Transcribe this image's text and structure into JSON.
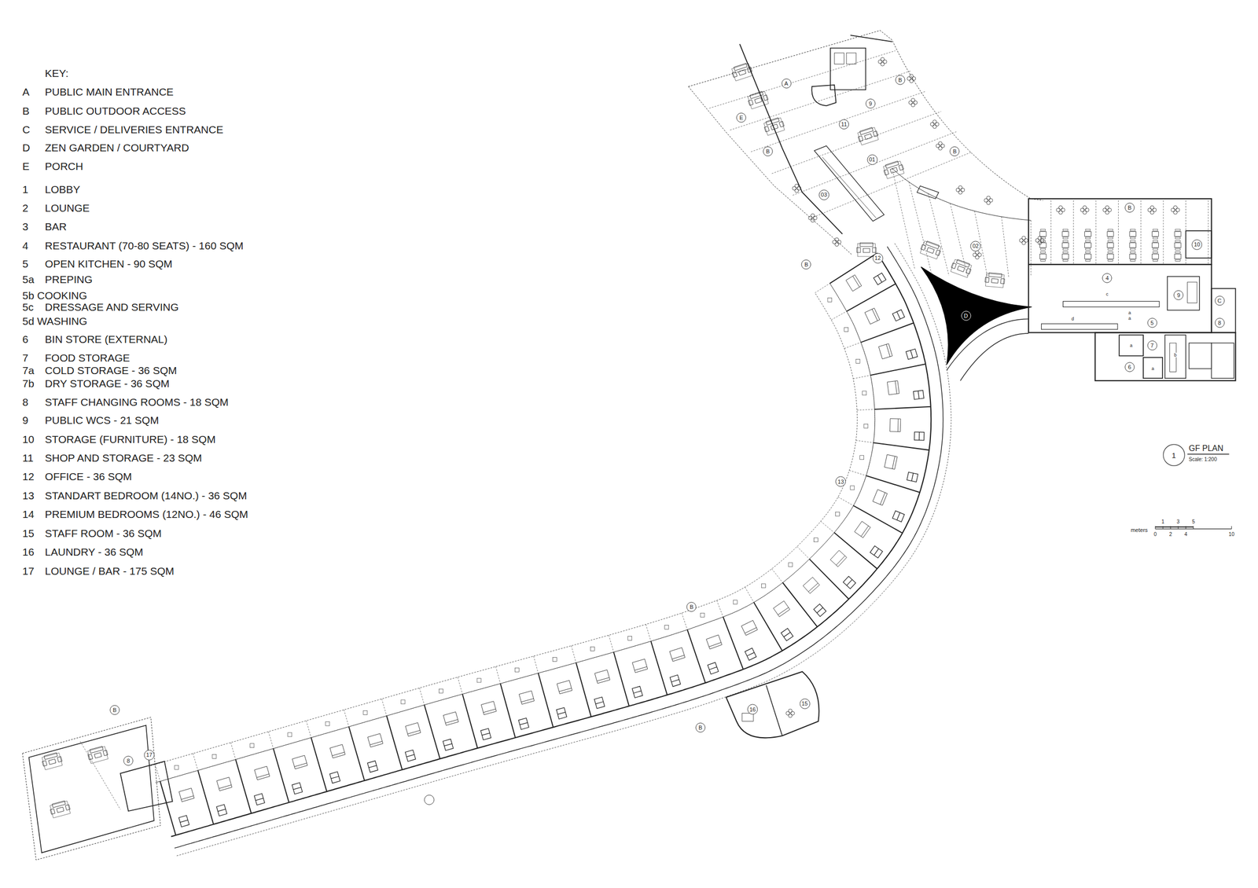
{
  "diagram": {
    "nodes": [
      {
        "text": [
          "A"
        ]
      },
      {
        "text": [
          "B"
        ]
      },
      {
        "text": [
          "E"
        ]
      },
      {
        "text": [
          "9"
        ]
      },
      {
        "text": [
          "11"
        ]
      },
      {
        "text": [
          "B"
        ]
      },
      {
        "text": [
          "01"
        ]
      },
      {
        "text": [
          "B"
        ]
      },
      {
        "text": [
          "03"
        ]
      },
      {
        "text": [
          "02"
        ]
      },
      {
        "text": [
          "B"
        ]
      },
      {
        "text": [
          "10"
        ]
      },
      {
        "text": [
          "12"
        ]
      },
      {
        "text": [
          "4"
        ]
      },
      {
        "text": [
          "9"
        ]
      },
      {
        "text": [
          "C"
        ]
      },
      {
        "text": [
          "D"
        ]
      },
      {
        "text": [
          "5"
        ]
      },
      {
        "text": [
          "8"
        ]
      },
      {
        "text": [
          "7"
        ]
      },
      {
        "text": [
          "6"
        ]
      },
      {
        "text": [
          "13"
        ]
      },
      {
        "text": [
          "B"
        ]
      },
      {
        "text": [
          "16"
        ]
      },
      {
        "text": [
          "15"
        ]
      },
      {
        "text": [
          "B"
        ]
      },
      {
        "text": [
          "B"
        ]
      },
      {
        "text": [
          "8"
        ]
      },
      {
        "text": [
          "17"
        ]
      },
      {
        "text": [
          "B"
        ]
      },
      {
        "text": [
          "1",
          "GF PLAN",
          "Scale: 1:200"
        ]
      }
    ],
    "labels": [
      "KEY:",
      "A",
      "PUBLIC MAIN ENTRANCE",
      "B",
      "PUBLIC OUTDOOR ACCESS",
      "C",
      "SERVICE / DELIVERIES ENTRANCE",
      "D",
      "ZEN GARDEN / COURTYARD",
      "E",
      "PORCH",
      "1",
      "LOBBY",
      "2",
      "LOUNGE",
      "3",
      "BAR",
      "4",
      "RESTAURANT (70-80 SEATS) - 160 SQM",
      "5",
      "OPEN KITCHEN - 90 SQM",
      "5a",
      "PREPING",
      "5b COOKING",
      "5c",
      "DRESSAGE AND SERVING",
      "5d WASHING",
      "6",
      "BIN STORE (EXTERNAL)",
      "7",
      "FOOD STORAGE",
      "7a",
      "COLD STORAGE - 36 SQM",
      "7b",
      "DRY STORAGE - 36 SQM",
      "8",
      "STAFF CHANGING ROOMS - 18 SQM",
      "9",
      "PUBLIC WCS - 21 SQM",
      "10",
      "STORAGE (FURNITURE) - 18 SQM",
      "11",
      "SHOP AND STORAGE - 23 SQM",
      "12",
      "OFFICE - 36 SQM",
      "13",
      "STANDART BEDROOM (14NO.) - 36 SQM",
      "14",
      "PREMIUM BEDROOMS (12NO.) - 46 SQM",
      "15",
      "STAFF ROOM - 36 SQM",
      "16",
      "LAUNDRY - 36 SQM",
      "17",
      "LOUNGE / BAR - 175 SQM",
      "meters",
      "1",
      "3",
      "5",
      "0",
      "2",
      "4",
      "10",
      "c",
      "a",
      "a",
      "d",
      "a",
      "b",
      "a"
    ]
  }
}
